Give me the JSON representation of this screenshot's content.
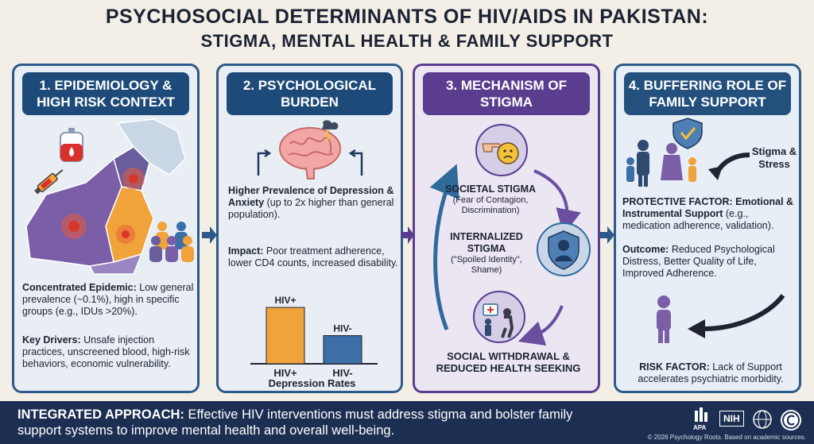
{
  "title": {
    "line1": "PSYCHOSOCIAL DETERMINANTS OF HIV/AIDS IN PAKISTAN:",
    "line2": "STIGMA, MENTAL HEALTH & FAMILY SUPPORT"
  },
  "panel1": {
    "heading": "1. EPIDEMIOLOGY & HIGH RISK CONTEXT",
    "concentrated_label": "Concentrated Epidemic:",
    "concentrated_text": " Low general prevalence (~0.1%), high in specific groups (e.g., IDUs >20%).",
    "drivers_label": "Key Drivers:",
    "drivers_text": " Unsafe injection practices, unscreened blood, high-risk behaviors, economic vulnerability."
  },
  "panel2": {
    "heading": "2. PSYCHOLOGICAL BURDEN",
    "prevalence_bold": "Higher Prevalence of Depression & Anxiety",
    "prevalence_text": " (up to 2x higher than general population).",
    "impact_label": "Impact:",
    "impact_text": " Poor treatment adherence, lower CD4 counts, increased disability.",
    "chart_caption": "Depression Rates"
  },
  "chart_data": {
    "type": "bar",
    "categories": [
      "HIV+",
      "HIV-"
    ],
    "values": [
      2,
      1
    ],
    "title": "",
    "xlabel": "Depression Rates",
    "ylabel": "",
    "ylim": [
      0,
      2.2
    ],
    "colors": [
      "#f0a23b",
      "#3c6ea8"
    ]
  },
  "panel3": {
    "heading": "3. MECHANISM OF STIGMA",
    "societal_title": "SOCIETAL STIGMA",
    "societal_sub": "(Fear of Contagion, Discrimination)",
    "internalized_title": "INTERNALIZED STIGMA",
    "internalized_sub": "(\"Spoiled Identity\", Shame)",
    "withdrawal_title": "SOCIAL WITHDRAWAL & REDUCED HEALTH SEEKING"
  },
  "panel4": {
    "heading": "4. BUFFERING ROLE OF FAMILY SUPPORT",
    "stress_label": "Stigma & Stress",
    "protective_label": "PROTECTIVE FACTOR:",
    "protective_bold": " Emotional & Instrumental Support",
    "protective_text": " (e.g., medication adherence, validation).",
    "outcome_label": "Outcome:",
    "outcome_text": " Reduced Psychological Distress, Better Quality of Life, Improved Adherence.",
    "risk_label": "RISK FACTOR:",
    "risk_text": " Lack of Support accelerates psychiatric morbidity."
  },
  "footer": {
    "label": "INTEGRATED APPROACH:",
    "text": " Effective HIV interventions must address stigma and bolster family support systems to improve mental health and overall well-being.",
    "logo_apa": "APA",
    "logo_nih": "NIH",
    "credit": "© 2026 Psychology Roots. Based on academic sources."
  },
  "colors": {
    "navy": "#1e4a7a",
    "purple": "#5b3d8f",
    "orange": "#f0a23b",
    "blue": "#3c6ea8",
    "footer": "#1c2f52"
  }
}
